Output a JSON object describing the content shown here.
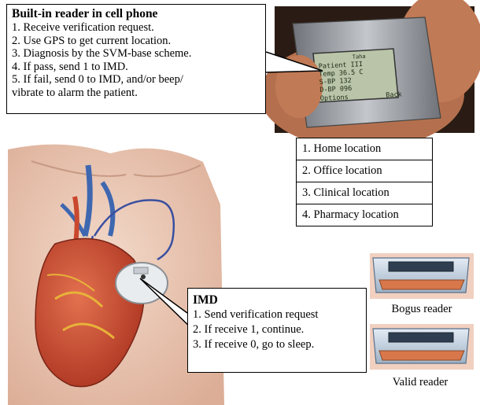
{
  "phone_callout": {
    "title": "Built-in reader in cell phone",
    "steps": [
      "1.  Receive verification request.",
      "2.  Use GPS to get current location.",
      "3.  Diagnosis by the SVM-base scheme.",
      "4.  If pass, send 1 to IMD.",
      "5.  If fail, send 0 to IMD, and/or beep/",
      "vibrate  to alarm the patient."
    ]
  },
  "phone_screen": {
    "header": "Taha",
    "lines": [
      "Patient III",
      "Temp 36.5 C",
      "S-BP   132",
      "D-BP   096"
    ],
    "softkey_left": "Options",
    "softkey_right": "Back"
  },
  "locations": [
    "1.  Home location",
    "2.  Office location",
    "3.  Clinical location",
    "4.  Pharmacy location"
  ],
  "imd_callout": {
    "title": "IMD",
    "steps": [
      "1. Send verification request",
      "2. If receive 1, continue.",
      "3. If  receive 0, go to sleep."
    ]
  },
  "readers": {
    "bogus_label": "Bogus reader",
    "valid_label": "Valid reader"
  },
  "colors": {
    "skin": "#e9c7b4",
    "heart": "#c9482f",
    "vessel_blue": "#3f67b0",
    "phone_body": "#9a9da3",
    "screen": "#b9c4a8",
    "reader_body": "#c7d3e0",
    "reader_accent": "#d8774a"
  }
}
